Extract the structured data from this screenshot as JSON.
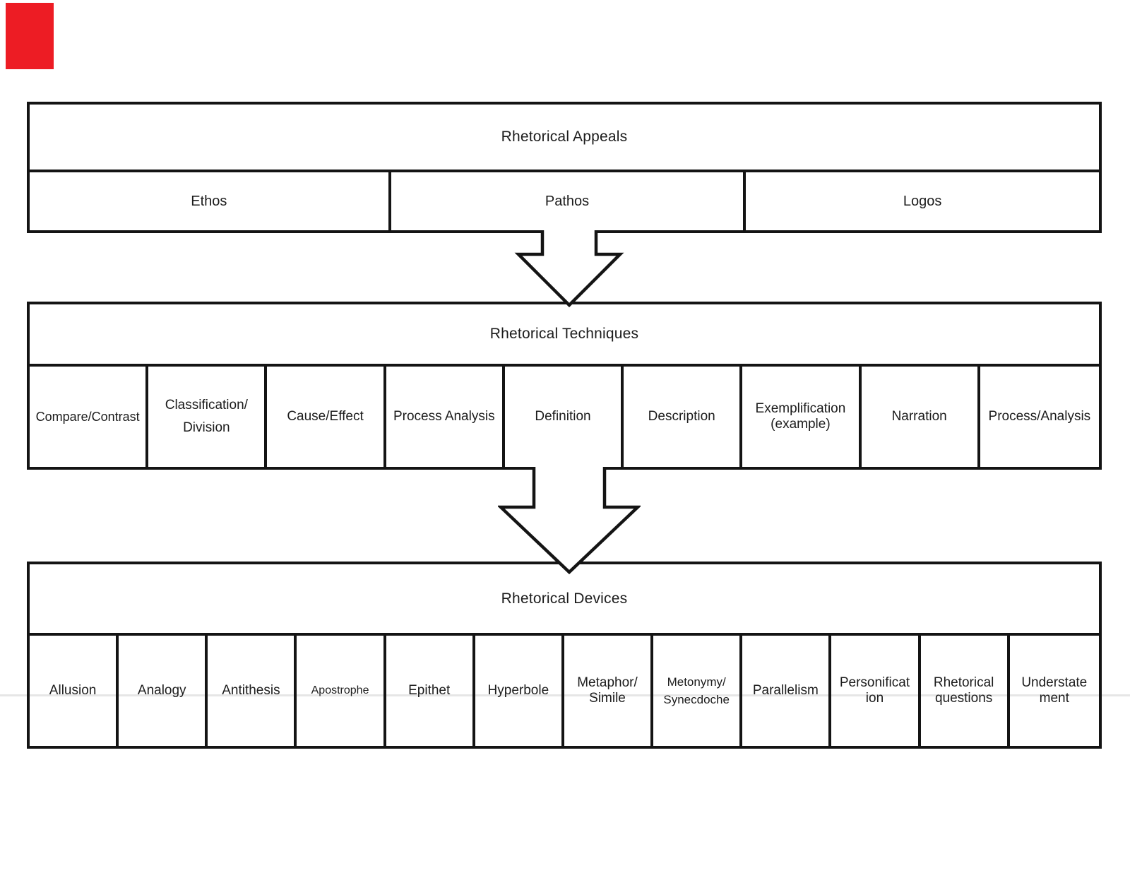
{
  "colors": {
    "marker_red": "#ed1c24",
    "line_black": "#141414",
    "faint_line_gray": "#e6e6e6"
  },
  "icons": {
    "arrow_between_1": "block-down-arrow",
    "arrow_between_2": "block-down-arrow"
  },
  "sections": [
    {
      "title": "Rhetorical Appeals",
      "cells": [
        "Ethos",
        "Pathos",
        "Logos"
      ]
    },
    {
      "title": "Rhetorical Techniques",
      "cells": [
        "Compare/Contrast",
        "Classification/\nDivision",
        "Cause/Effect",
        "Process Analysis",
        "Definition",
        "Description",
        "Exemplification\n(example)",
        "Narration",
        "Process/Analysis"
      ]
    },
    {
      "title": "Rhetorical Devices",
      "cells": [
        "Allusion",
        "Analogy",
        "Antithesis",
        "Apostrophe",
        "Epithet",
        "Hyperbole",
        "Metaphor/\nSimile",
        "Metonymy/\nSynecdoche",
        "Parallelism",
        "Personificat\nion",
        "Rhetorical\nquestions",
        "Understate\nment"
      ]
    }
  ]
}
